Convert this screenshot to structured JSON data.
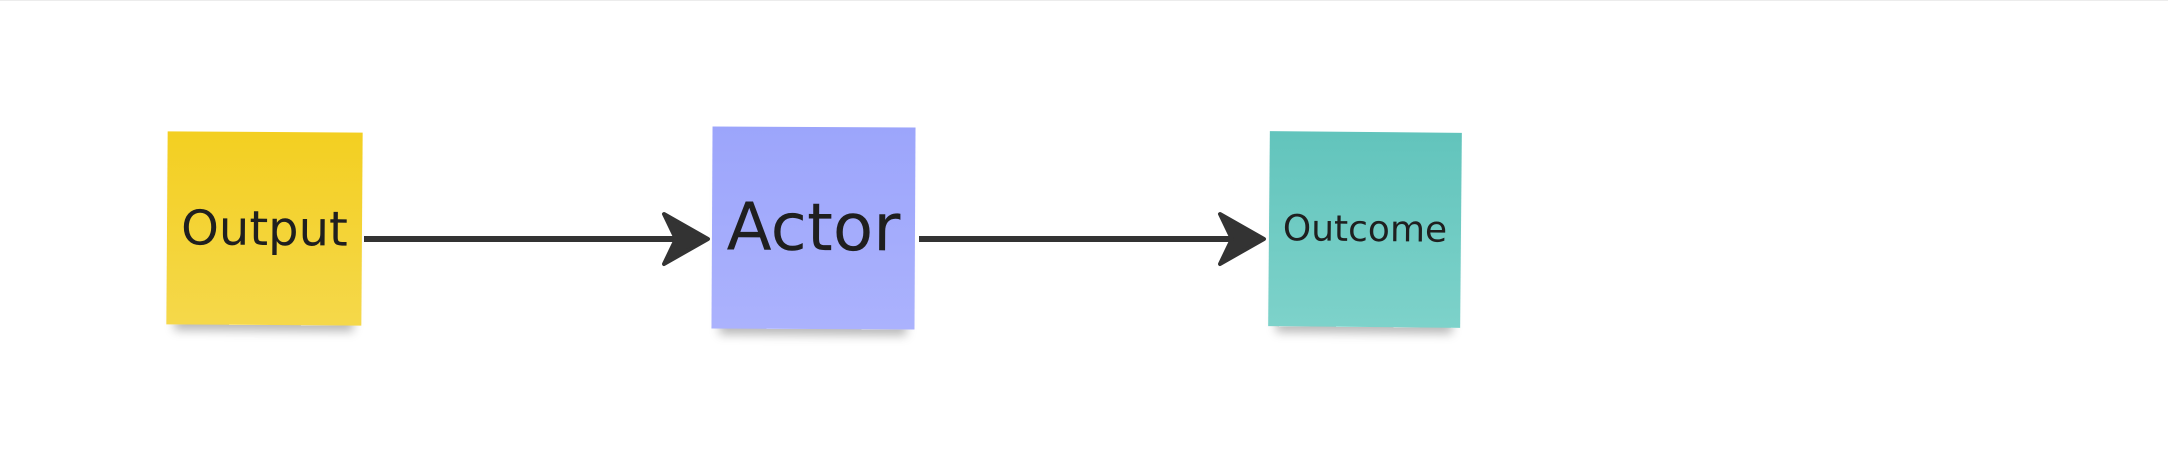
{
  "diagram": {
    "nodes": [
      {
        "id": "output",
        "label": "Output",
        "color": "#f3cf21"
      },
      {
        "id": "actor",
        "label": "Actor",
        "color": "#9ca5fb"
      },
      {
        "id": "outcome",
        "label": "Outcome",
        "color": "#62c4bc"
      }
    ],
    "edges": [
      {
        "from": "output",
        "to": "actor"
      },
      {
        "from": "actor",
        "to": "outcome"
      }
    ],
    "arrow_color": "#333333"
  }
}
